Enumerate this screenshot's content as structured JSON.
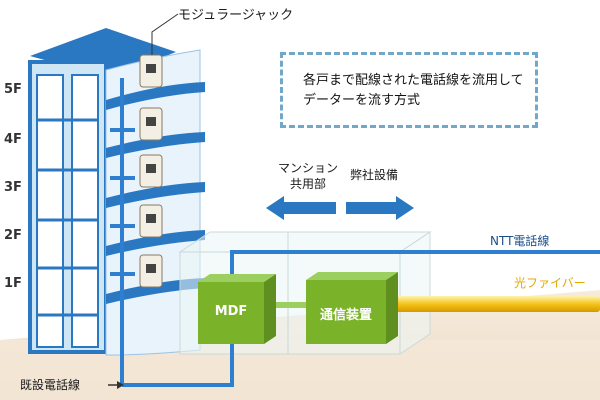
{
  "labels": {
    "modular_jack": "モジュラージャック",
    "description_line1": "各戸まで配線された電話線を流用して",
    "description_line2": "データーを流す方式",
    "mansion_shared_line1": "マンション",
    "mansion_shared_line2": "共用部",
    "our_equipment": "弊社設備",
    "ntt_line": "NTT電話線",
    "optical_fiber": "光ファイバー",
    "mdf": "MDF",
    "comm_device": "通信装置",
    "existing_line": "既設電話線"
  },
  "floors": [
    "5F",
    "4F",
    "3F",
    "2F",
    "1F"
  ],
  "colors": {
    "building_blue": "#2a78c2",
    "phone_line": "#2f7fd0",
    "fiber": "#f0c020",
    "device_green": "#7ab32a",
    "ground": "#f3e6d6",
    "note_border": "#6fa8c8"
  }
}
